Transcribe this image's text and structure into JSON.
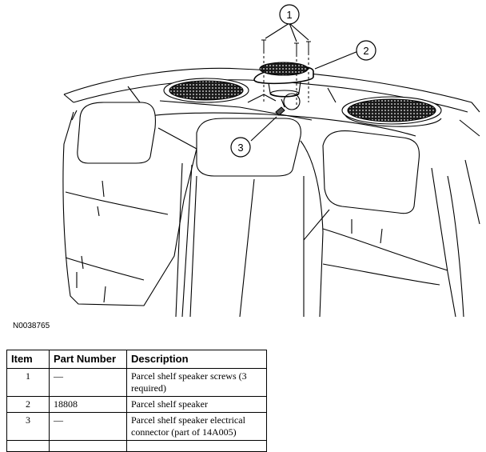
{
  "figure": {
    "id": "N0038765",
    "callouts": [
      "1",
      "2",
      "3"
    ]
  },
  "table": {
    "headers": {
      "item": "Item",
      "part_number": "Part Number",
      "description": "Description"
    },
    "rows": [
      {
        "item": "1",
        "part_number": "—",
        "description": "Parcel shelf speaker screws (3 required)"
      },
      {
        "item": "2",
        "part_number": "18808",
        "description": "Parcel shelf speaker"
      },
      {
        "item": "3",
        "part_number": "—",
        "description": "Parcel shelf speaker electrical connector (part of 14A005)"
      },
      {
        "item": "",
        "part_number": "",
        "description": ""
      }
    ]
  }
}
